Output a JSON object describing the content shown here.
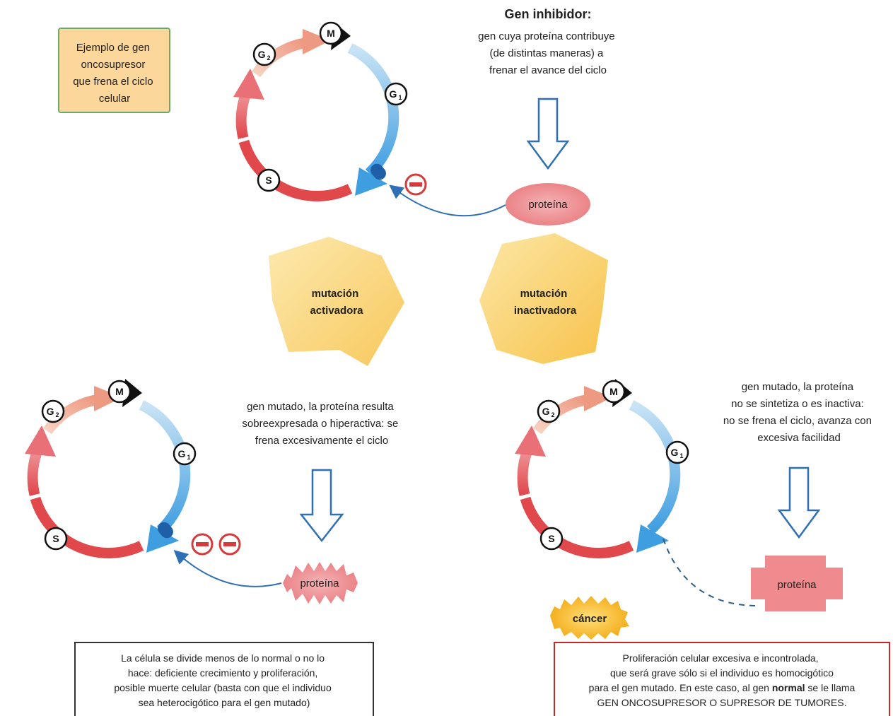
{
  "example_box": {
    "lines": [
      "Ejemplo de gen",
      "oncosupresor",
      "que frena el ciclo",
      "celular"
    ]
  },
  "gen_inhibidor": {
    "title": "Gen inhibidor:",
    "lines": [
      "gen cuya proteína contribuye",
      "(de distintas maneras) a",
      "frenar el avance del ciclo"
    ]
  },
  "cycle_labels": {
    "M": "M",
    "G": "G",
    "G2_sub": "2",
    "G1_sub": "1",
    "S": "S"
  },
  "protein_label": "proteína",
  "inhibit_symbol": "−",
  "mutation_activating": [
    "mutación",
    "activadora"
  ],
  "mutation_inactivating": [
    "mutación",
    "inactivadora"
  ],
  "activated_text": [
    "gen mutado, la proteína resulta",
    "sobreexpresada o hiperactiva: se",
    "frena excesivamente el ciclo"
  ],
  "inactivated_text": [
    "gen mutado, la proteína",
    "no se sintetiza o es inactiva:",
    "no se frena el ciclo, avanza con",
    "excesiva facilidad"
  ],
  "cancer_label": "cáncer",
  "left_result": [
    "La célula se divide menos de lo normal o no lo",
    "hace: deficiente crecimiento y proliferación,",
    "posible muerte celular (basta con que el individuo",
    "sea heterocigótico para el gen mutado)"
  ],
  "right_result": {
    "line1": "Proliferación celular excesiva e incontrolada,",
    "line2": "que será grave sólo si el individuo es homocigótico",
    "line3_a": "para el gen mutado. En este caso, al gen ",
    "line3_bold": "normal",
    "line3_b": " se le llama",
    "line4": "GEN ONCOSUPRESOR O SUPRESOR DE TUMORES."
  },
  "colors": {
    "cycle_red": "#e8686a",
    "cycle_blue": "#5aaee4",
    "box_fill": "#fbd79b",
    "box_border": "#6aa96a",
    "mutation_yellow": "#f9cd5a",
    "protein_pink": "#ef8a8e",
    "inhibit_red": "#d63a3a",
    "cancer_orange": "#f6b51d",
    "arrow_outline": "#2f6fb5"
  }
}
